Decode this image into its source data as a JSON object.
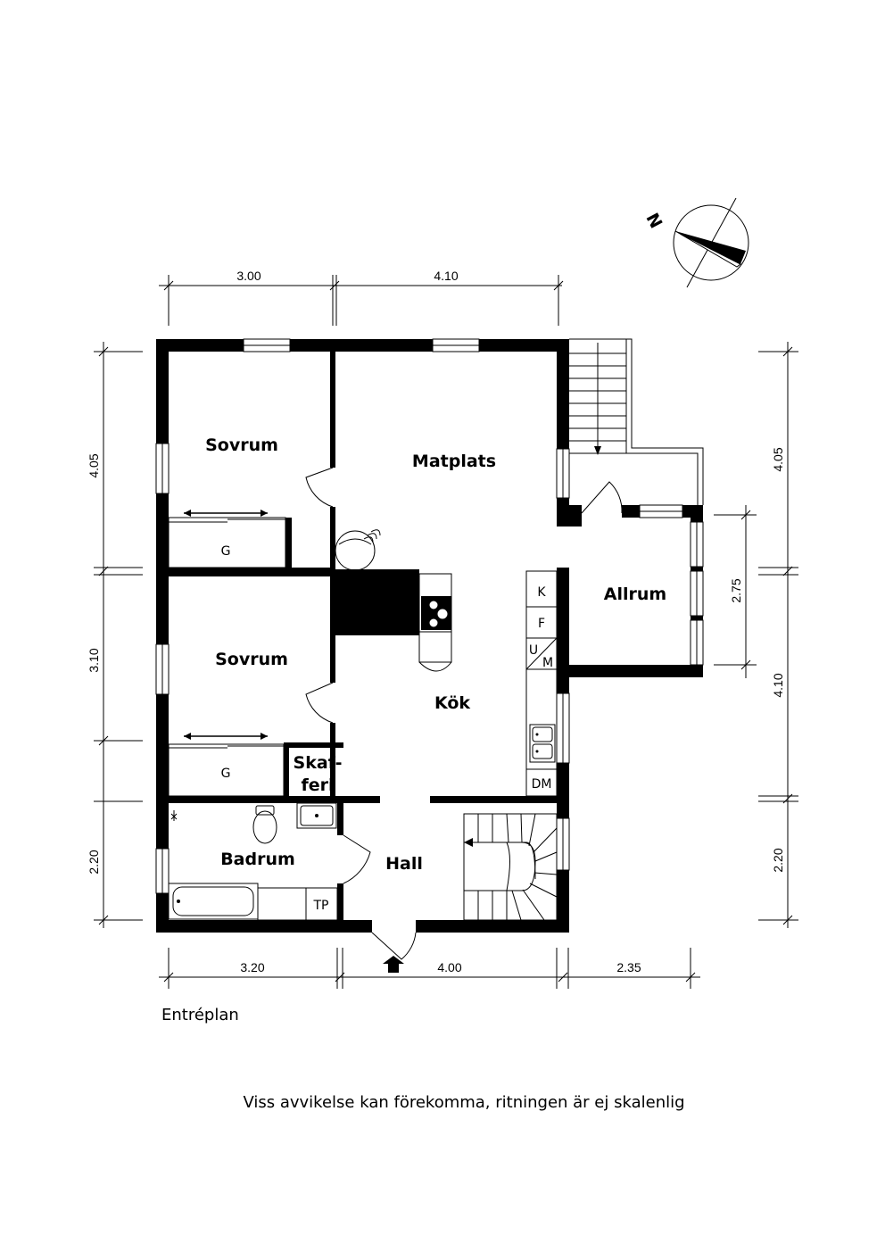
{
  "compass": {
    "label": "N"
  },
  "rooms": {
    "sovrum_top": "Sovrum",
    "sovrum_mid": "Sovrum",
    "matplats": "Matplats",
    "allrum": "Allrum",
    "kok": "Kök",
    "badrum": "Badrum",
    "hall": "Hall",
    "skafferi_line1": "Skaf-",
    "skafferi_line2": "feri"
  },
  "fixtures": {
    "closet_top": "G",
    "closet_mid": "G",
    "fridge": "K",
    "freezer": "F",
    "oven_u": "U",
    "microwave": "M",
    "dishwasher": "DM",
    "laundry": "TP"
  },
  "dimensions": {
    "top_left": "3.00",
    "top_right": "4.10",
    "bottom_left": "3.20",
    "bottom_mid": "4.00",
    "bottom_right": "2.35",
    "left_top": "4.05",
    "left_mid": "3.10",
    "left_bottom": "2.20",
    "right_top": "4.05",
    "right_mid": "4.10",
    "right_bottom": "2.20",
    "allrum_height": "2.75"
  },
  "caption": {
    "plan_name": "Entréplan",
    "disclaimer": "Viss avvikelse kan förekomma, ritningen är ej skalenlig"
  }
}
